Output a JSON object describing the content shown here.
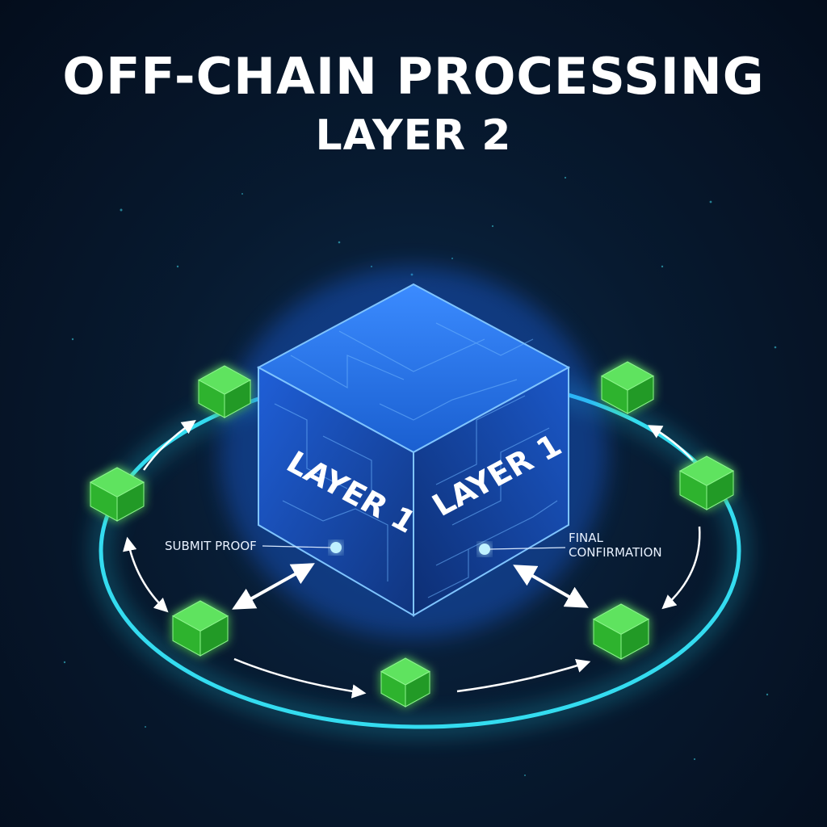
{
  "title": "OFF-CHAIN PROCESSING",
  "subtitle": "LAYER 2",
  "cube": {
    "left_face_label": "LAYER 1",
    "right_face_label": "LAYER 1"
  },
  "callouts": {
    "submit": "SUBMIT PROOF",
    "final_line1": "FINAL",
    "final_line2": "CONFIRMATION"
  },
  "colors": {
    "ring": "#22d3ee",
    "cube_blue": "#1e63d6",
    "node_green": "#36c83a",
    "arrow": "#ffffff"
  }
}
